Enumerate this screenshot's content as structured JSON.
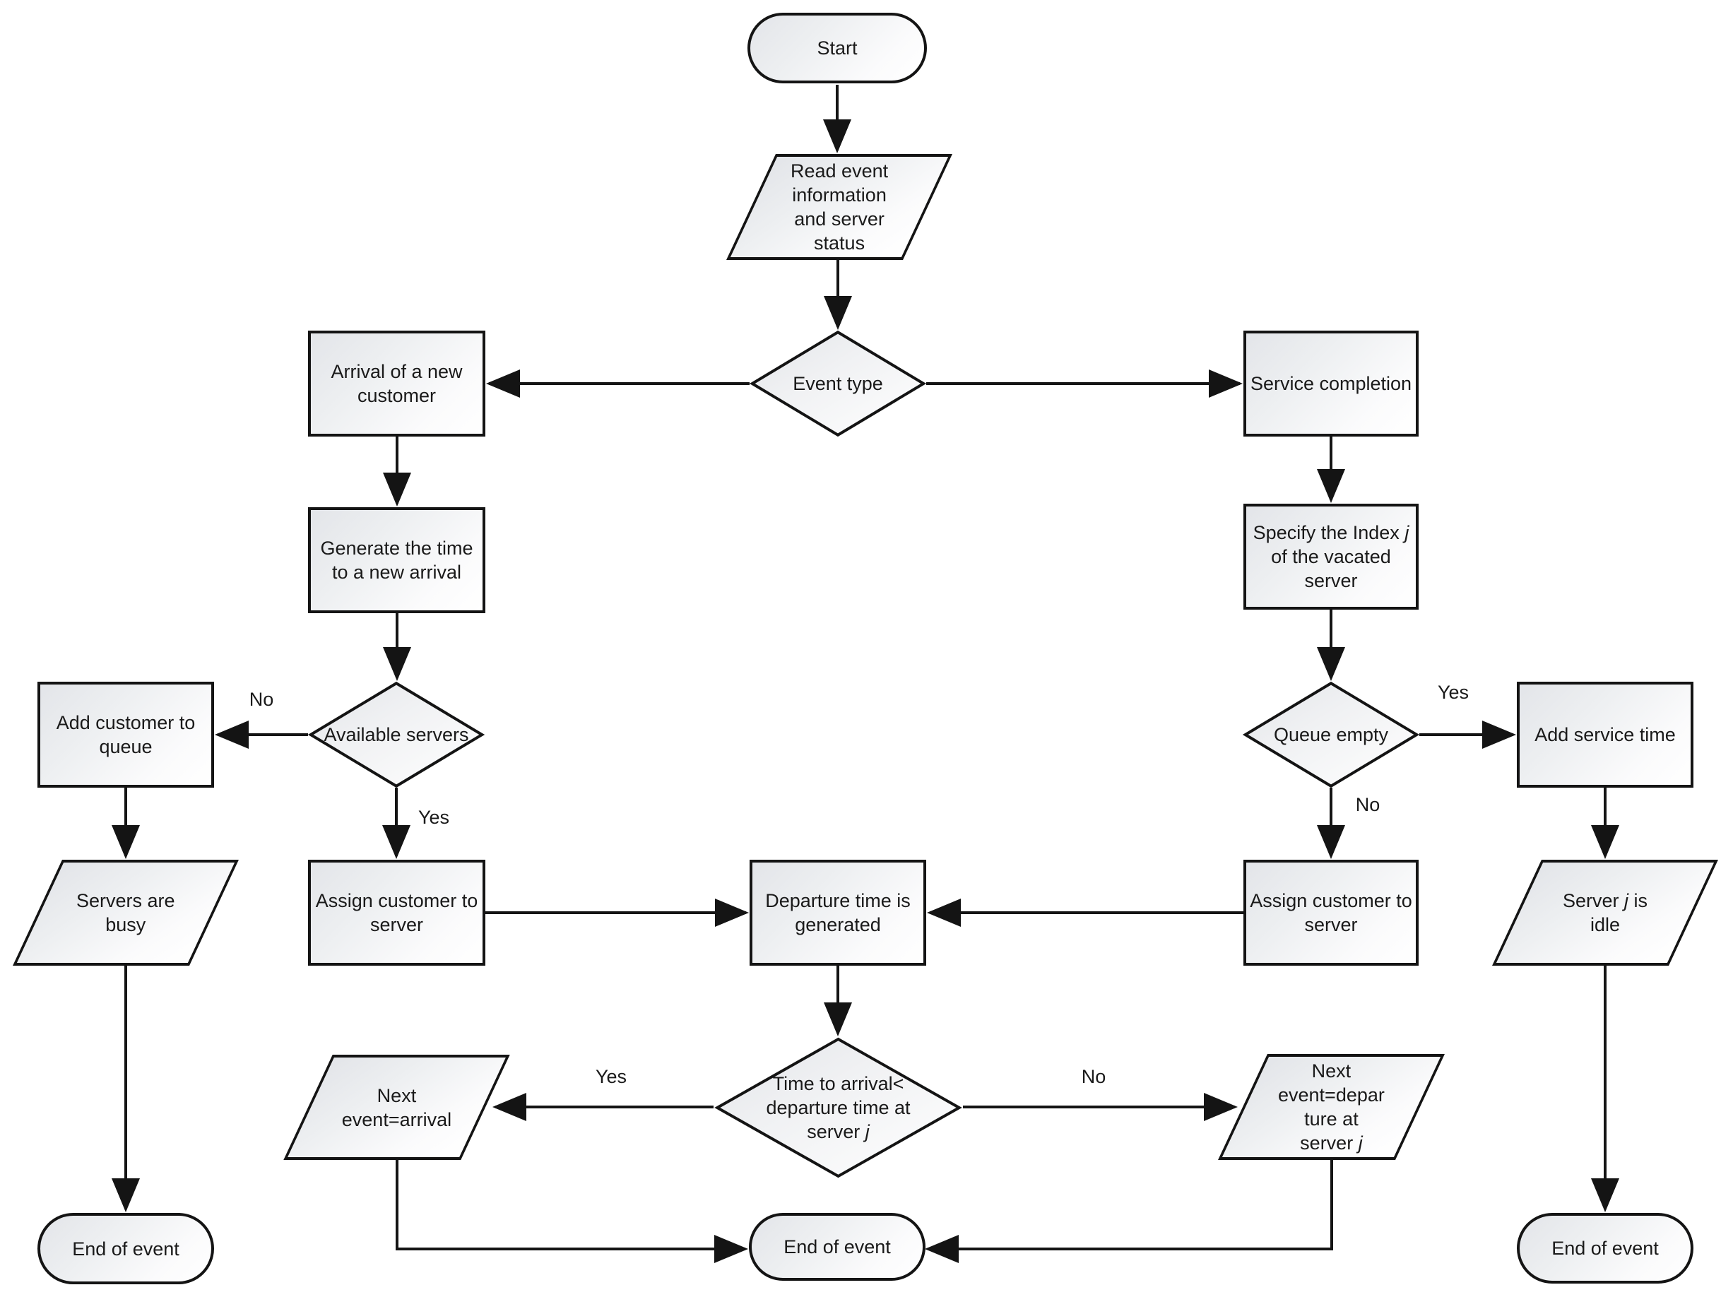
{
  "diagram": {
    "type": "flowchart",
    "title": "",
    "colors": {
      "background": "#ffffff",
      "shape_border": "#141414",
      "connector": "#141414",
      "text": "#1a1a1a",
      "shape_fill_light": "#e3e5e9",
      "shape_fill_white": "#ffffff"
    },
    "nodes": {
      "start": {
        "shape": "terminator",
        "label": "Start"
      },
      "read_event": {
        "shape": "io",
        "label": "Read event\ninformation\nand server\nstatus"
      },
      "event_type": {
        "shape": "decision",
        "label": "Event type"
      },
      "arrival": {
        "shape": "process",
        "label": "Arrival of a new\ncustomer"
      },
      "service_completion": {
        "shape": "process",
        "label": "Service completion"
      },
      "generate_time": {
        "shape": "process",
        "label": "Generate the time\nto a new arrival"
      },
      "specify_index": {
        "shape": "process",
        "label": "Specify the Index *j*\nof the vacated\nserver"
      },
      "available_servers": {
        "shape": "decision",
        "label": "Available servers"
      },
      "queue_empty": {
        "shape": "decision",
        "label": "Queue empty"
      },
      "add_customer": {
        "shape": "process",
        "label": "Add customer to\nqueue"
      },
      "add_service_time": {
        "shape": "process",
        "label": "Add service time"
      },
      "assign_left": {
        "shape": "process",
        "label": "Assign customer to\nserver"
      },
      "assign_right": {
        "shape": "process",
        "label": "Assign customer to\nserver"
      },
      "departure_time": {
        "shape": "process",
        "label": "Departure time is\ngenerated"
      },
      "servers_busy": {
        "shape": "io",
        "label": "Servers are\nbusy"
      },
      "server_idle": {
        "shape": "io",
        "label": "Server *j* is\nidle"
      },
      "time_compare": {
        "shape": "decision",
        "label": "Time to arrival<\ndeparture time at\nserver *j*"
      },
      "next_arrival": {
        "shape": "io",
        "label": "Next\nevent=arrival"
      },
      "next_departure": {
        "shape": "io",
        "label": "Next\nevent=depar\nture at\nserver *j*"
      },
      "end_left": {
        "shape": "terminator",
        "label": "End of event"
      },
      "end_center": {
        "shape": "terminator",
        "label": "End of event"
      },
      "end_right": {
        "shape": "terminator",
        "label": "End of event"
      }
    },
    "edges": [
      {
        "from": "start",
        "to": "read_event",
        "label": ""
      },
      {
        "from": "read_event",
        "to": "event_type",
        "label": ""
      },
      {
        "from": "event_type",
        "to": "arrival",
        "label": ""
      },
      {
        "from": "event_type",
        "to": "service_completion",
        "label": ""
      },
      {
        "from": "arrival",
        "to": "generate_time",
        "label": ""
      },
      {
        "from": "service_completion",
        "to": "specify_index",
        "label": ""
      },
      {
        "from": "generate_time",
        "to": "available_servers",
        "label": ""
      },
      {
        "from": "specify_index",
        "to": "queue_empty",
        "label": ""
      },
      {
        "from": "available_servers",
        "to": "add_customer",
        "label": "No"
      },
      {
        "from": "available_servers",
        "to": "assign_left",
        "label": "Yes"
      },
      {
        "from": "queue_empty",
        "to": "add_service_time",
        "label": "Yes"
      },
      {
        "from": "queue_empty",
        "to": "assign_right",
        "label": "No"
      },
      {
        "from": "add_customer",
        "to": "servers_busy",
        "label": ""
      },
      {
        "from": "add_service_time",
        "to": "server_idle",
        "label": ""
      },
      {
        "from": "assign_left",
        "to": "departure_time",
        "label": ""
      },
      {
        "from": "assign_right",
        "to": "departure_time",
        "label": ""
      },
      {
        "from": "servers_busy",
        "to": "end_left",
        "label": ""
      },
      {
        "from": "server_idle",
        "to": "end_right",
        "label": ""
      },
      {
        "from": "departure_time",
        "to": "time_compare",
        "label": ""
      },
      {
        "from": "time_compare",
        "to": "next_arrival",
        "label": "Yes"
      },
      {
        "from": "time_compare",
        "to": "next_departure",
        "label": "No"
      },
      {
        "from": "next_arrival",
        "to": "end_center",
        "label": ""
      },
      {
        "from": "next_departure",
        "to": "end_center",
        "label": ""
      }
    ]
  }
}
